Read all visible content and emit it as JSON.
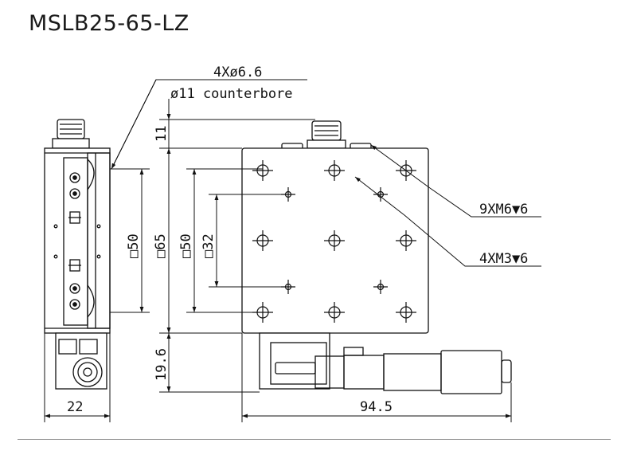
{
  "title": "MSLB25-65-LZ",
  "labels": {
    "through_hole": "4Xø6.6",
    "counterbore": "ø11 counterbore",
    "tap_m6": "9XM6▼6",
    "tap_m3": "4XM3▼6",
    "dim_11": "11",
    "dim_19_6": "19.6",
    "dim_sq50_side": "□50",
    "dim_sq65": "□65",
    "dim_sq50_top": "□50",
    "dim_sq32": "□32",
    "dim_22": "22",
    "dim_94_5": "94.5"
  }
}
